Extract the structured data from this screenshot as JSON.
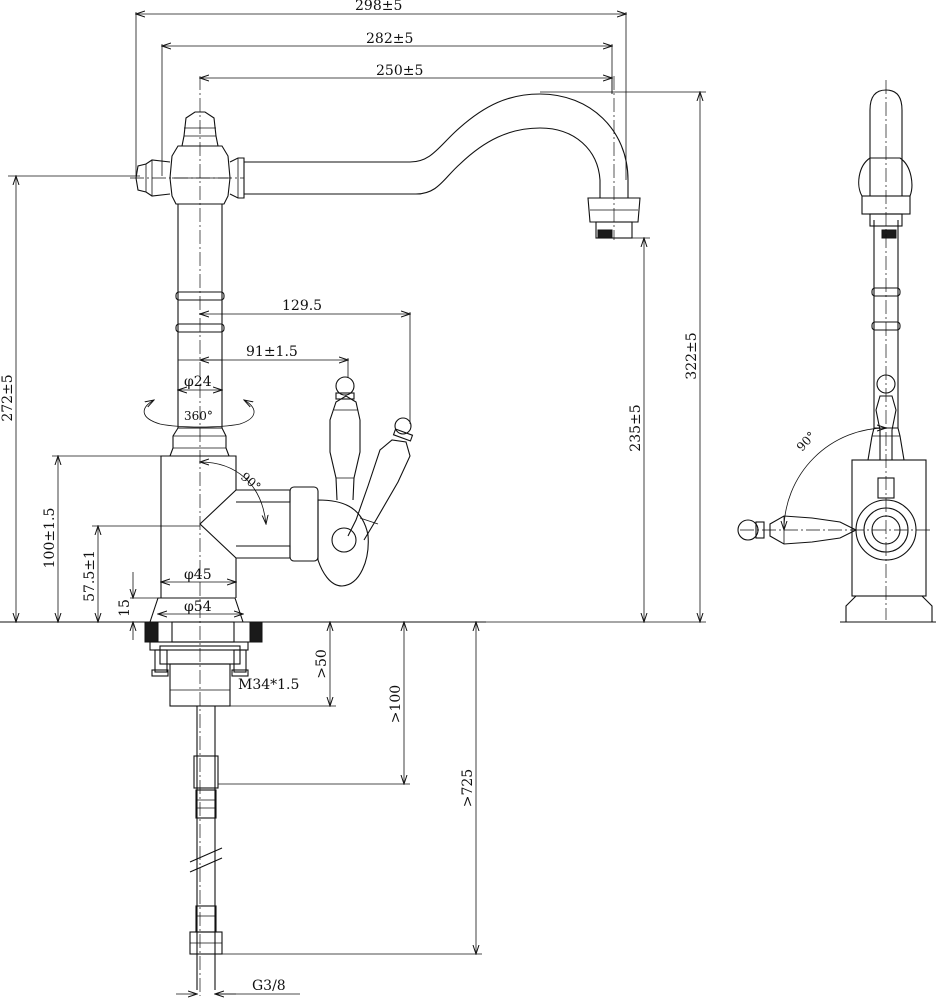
{
  "dimensions": {
    "d298": "298±5",
    "d282": "282±5",
    "d250": "250±5",
    "d129": "129.5",
    "d91": "91±1.5",
    "d272": "272±5",
    "d322": "322±5",
    "d235": "235±5",
    "d100": "100±1.5",
    "d57": "57.5±1",
    "d15": "15",
    "phi24": "φ24",
    "phi45": "φ45",
    "phi54": "φ54",
    "rot360": "360°",
    "angle90": "90°",
    "angle90side": "90°",
    "thread": "M34*1.5",
    "gt50": ">50",
    "gt100": ">100",
    "gt725": ">725",
    "g38": "G3/8"
  }
}
